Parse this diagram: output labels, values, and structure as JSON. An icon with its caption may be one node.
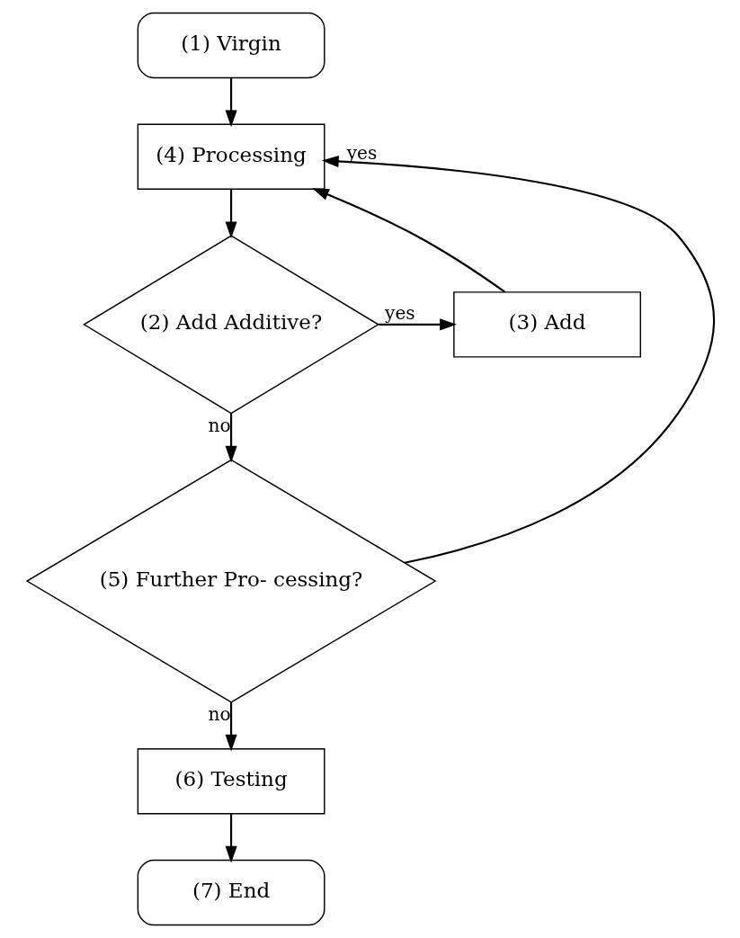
{
  "diagram": {
    "nodes": [
      {
        "text": [
          "(1) Virgin"
        ]
      },
      {
        "text": [
          "(4) Processing"
        ]
      },
      {
        "text": [
          "(3) Add"
        ]
      },
      {
        "text": [
          "(2) Add Additive?"
        ]
      },
      {
        "text": [
          "(5) Further Pro- cessing?"
        ]
      },
      {
        "text": [
          "(6) Testing"
        ]
      },
      {
        "text": [
          "(7) End"
        ]
      }
    ],
    "edges": [
      {
        "from": 0,
        "to": 1,
        "arrow": "to"
      },
      {
        "from": 1,
        "to": 3,
        "arrow": "to"
      },
      {
        "from": 3,
        "to": 2,
        "arrow": "to",
        "label": "yes"
      },
      {
        "from": 2,
        "to": 1,
        "arrow": "to"
      },
      {
        "from": 3,
        "to": 4,
        "arrow": "to",
        "label": "no"
      },
      {
        "from": 4,
        "to": 1,
        "arrow": "to",
        "label": "yes"
      },
      {
        "from": 4,
        "to": 5,
        "arrow": "to",
        "label": "no"
      },
      {
        "from": 5,
        "to": 6,
        "arrow": "to"
      }
    ]
  }
}
